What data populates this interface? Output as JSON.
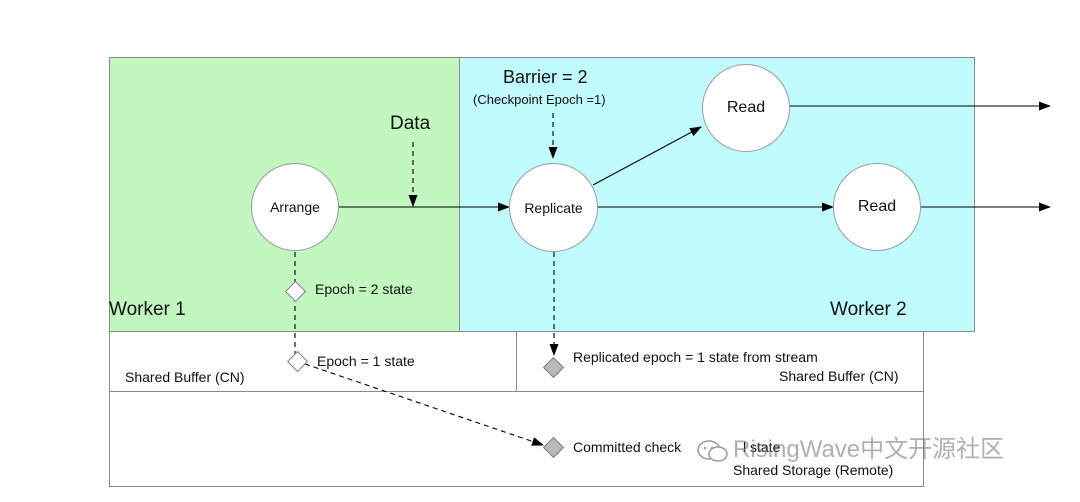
{
  "diagram": {
    "workers": {
      "worker1": {
        "label": "Worker 1",
        "color": "#c2f7c0"
      },
      "worker2": {
        "label": "Worker 2",
        "color": "#c0fcfd"
      }
    },
    "nodes": {
      "arrange": "Arrange",
      "replicate": "Replicate",
      "read_top": "Read",
      "read_right": "Read"
    },
    "annotations": {
      "data": "Data",
      "barrier": "Barrier = 2",
      "checkpoint_epoch": "(Checkpoint Epoch =1)"
    },
    "states": {
      "epoch2": "Epoch = 2 state",
      "epoch1": "Epoch = 1 state",
      "replicated": "Replicated epoch = 1 state from stream",
      "committed": "Committed check",
      "committed_tail": "l state"
    },
    "buffers": {
      "shared_buffer_left": "Shared Buffer (CN)",
      "shared_buffer_right": "Shared Buffer (CN)",
      "shared_storage": "Shared Storage (Remote)"
    },
    "watermark": "RisingWave中文开源社区"
  }
}
